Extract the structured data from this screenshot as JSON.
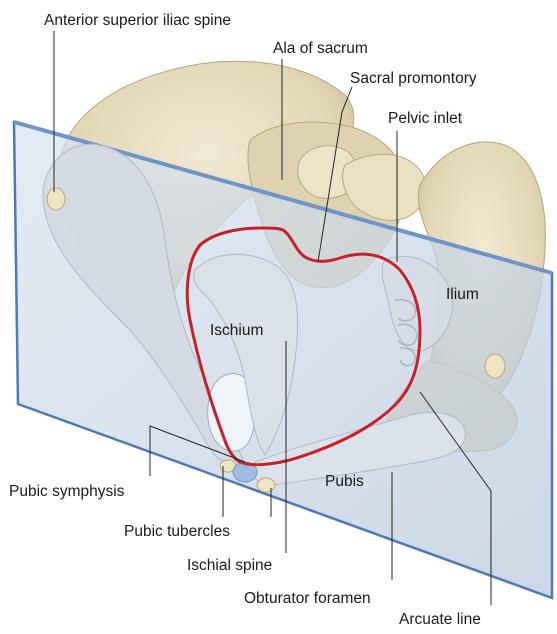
{
  "labels": {
    "anterior_superior_iliac_spine": "Anterior superior iliac spine",
    "ala_of_sacrum": "Ala of sacrum",
    "sacral_promontory": "Sacral promontory",
    "pelvic_inlet": "Pelvic inlet",
    "ilium": "Ilium",
    "ischium": "Ischium",
    "pubic_symphysis": "Pubic symphysis",
    "pubis": "Pubis",
    "pubic_tubercles": "Pubic tubercles",
    "ischial_spine": "Ischial spine",
    "obturator_foramen": "Obturator foramen",
    "arcuate_line": "Arcuate line"
  },
  "colors": {
    "bone": "#e6dcc0",
    "bone_shadow": "#c9bb97",
    "plane_fill": "#c9d6e6",
    "plane_edge": "#4f79b5",
    "inlet_outline": "#c8202a",
    "leader_line": "#222222",
    "symphysis": "#9fbde0"
  }
}
